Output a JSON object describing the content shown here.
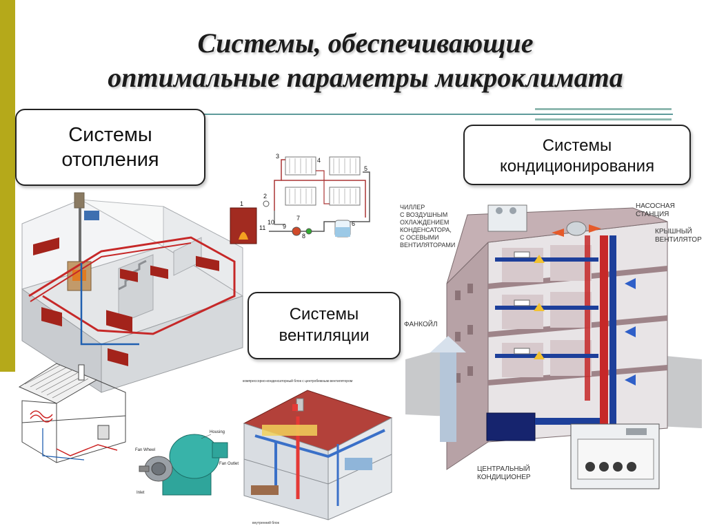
{
  "title": {
    "line1": "Системы, обеспечивающие",
    "line2": "оптимальные параметры микроклимата"
  },
  "labels": {
    "heating": {
      "line1": "Системы",
      "line2": "отопления"
    },
    "conditioning": {
      "line1": "Системы",
      "line2": "кондиционирования"
    },
    "ventilation": {
      "line1": "Системы",
      "line2": "вентиляции"
    }
  },
  "heating_schematic": {
    "numbers": [
      "1",
      "2",
      "3",
      "4",
      "5",
      "6",
      "7",
      "8",
      "9",
      "10",
      "11"
    ]
  },
  "fan_diagram": {
    "labels": [
      "Housing",
      "Fan Wheel",
      "Fan Outlet",
      "Inlet"
    ]
  },
  "ventilation_house": {
    "top_caption": "компрессорно-конденсаторный блок с центробежным вентилятором",
    "bottom_caption": "внутренний блок"
  },
  "building_callouts": {
    "chiller": [
      "ЧИЛЛЕР",
      "С ВОЗДУШНЫМ",
      "ОХЛАЖДЕНИЕМ",
      "КОНДЕНСАТОРА,",
      "С ОСЕВЫМИ",
      "ВЕНТИЛЯТОРАМИ"
    ],
    "pump_station": [
      "НАСОСНАЯ",
      "СТАНЦИЯ"
    ],
    "roof_fan": [
      "КРЫШНЫЙ",
      "ВЕНТИЛЯТОР"
    ],
    "fancoil": [
      "ФАНКОЙЛ"
    ],
    "central_ac": [
      "ЦЕНТРАЛЬНЫЙ",
      "КОНДИЦИОНЕР"
    ]
  },
  "colors": {
    "accent_bar": "#b5a91a",
    "rule": "#5d9a9a",
    "radiator": "#a3231b",
    "wall": "#b89aa0",
    "duct_blue": "#1d3f9a",
    "pipe_red": "#c62828"
  }
}
